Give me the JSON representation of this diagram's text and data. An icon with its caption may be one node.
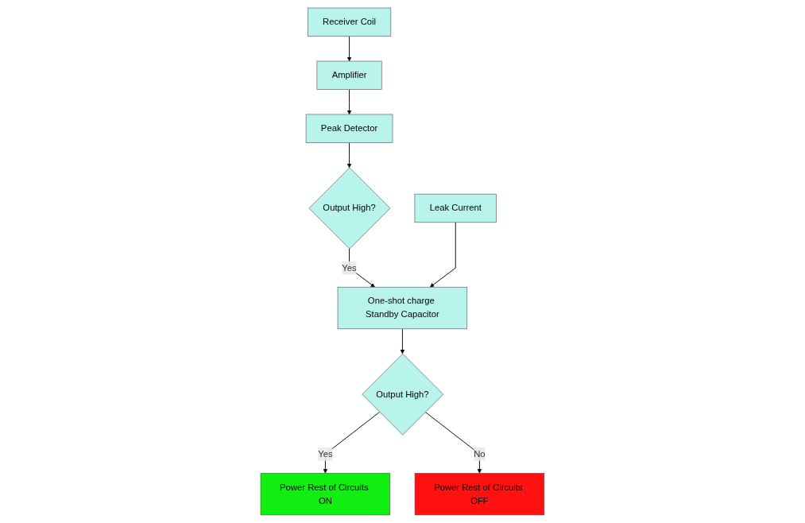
{
  "diagram": {
    "nodes": [
      {
        "text": [
          "Receiver Coil"
        ]
      },
      {
        "text": [
          "Amplifier"
        ]
      },
      {
        "text": [
          "Peak Detector"
        ]
      },
      {
        "text": [
          "Output High?"
        ]
      },
      {
        "text": [
          "One-shot charge Standby Capacitor"
        ]
      },
      {
        "text": [
          "Leak Current"
        ]
      },
      {
        "text": [
          "Output High?"
        ]
      },
      {
        "text": [
          "Power Rest of Circuits ON"
        ]
      },
      {
        "text": [
          "Power Rest of Circuits OFF"
        ]
      }
    ],
    "edges": [
      {
        "from": 0,
        "to": 1,
        "arrow": "to"
      },
      {
        "from": 1,
        "to": 2,
        "arrow": "to"
      },
      {
        "from": 2,
        "to": 3,
        "arrow": "to"
      },
      {
        "from": 3,
        "to": 4,
        "arrow": "to",
        "label": "Yes"
      },
      {
        "from": 5,
        "to": 4,
        "arrow": "to"
      },
      {
        "from": 4,
        "to": 6,
        "arrow": "to"
      },
      {
        "from": 6,
        "to": 7,
        "arrow": "to",
        "label": "Yes"
      },
      {
        "from": 6,
        "to": 8,
        "arrow": "to",
        "label": "No"
      }
    ]
  }
}
